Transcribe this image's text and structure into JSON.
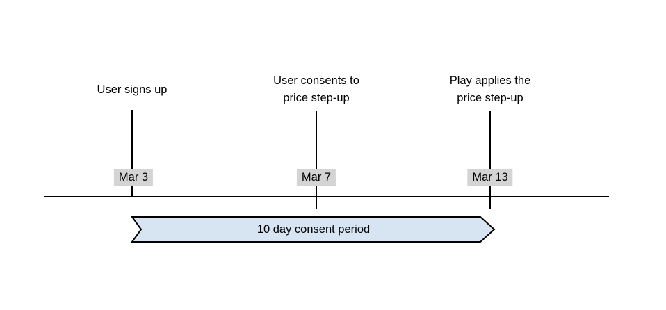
{
  "diagram": {
    "type": "timeline",
    "events": [
      {
        "label": "User signs up",
        "date": "Mar 3"
      },
      {
        "label": "User consents to\nprice step-up",
        "date": "Mar 7"
      },
      {
        "label": "Play applies the\nprice step-up",
        "date": "Mar 13"
      }
    ],
    "banner": {
      "label": "10 day consent period",
      "fill": "#d7e4f1",
      "stroke": "#000000"
    },
    "colors": {
      "date_chip_background": "#d4d4d4",
      "line": "#000000",
      "background": "#ffffff"
    }
  }
}
